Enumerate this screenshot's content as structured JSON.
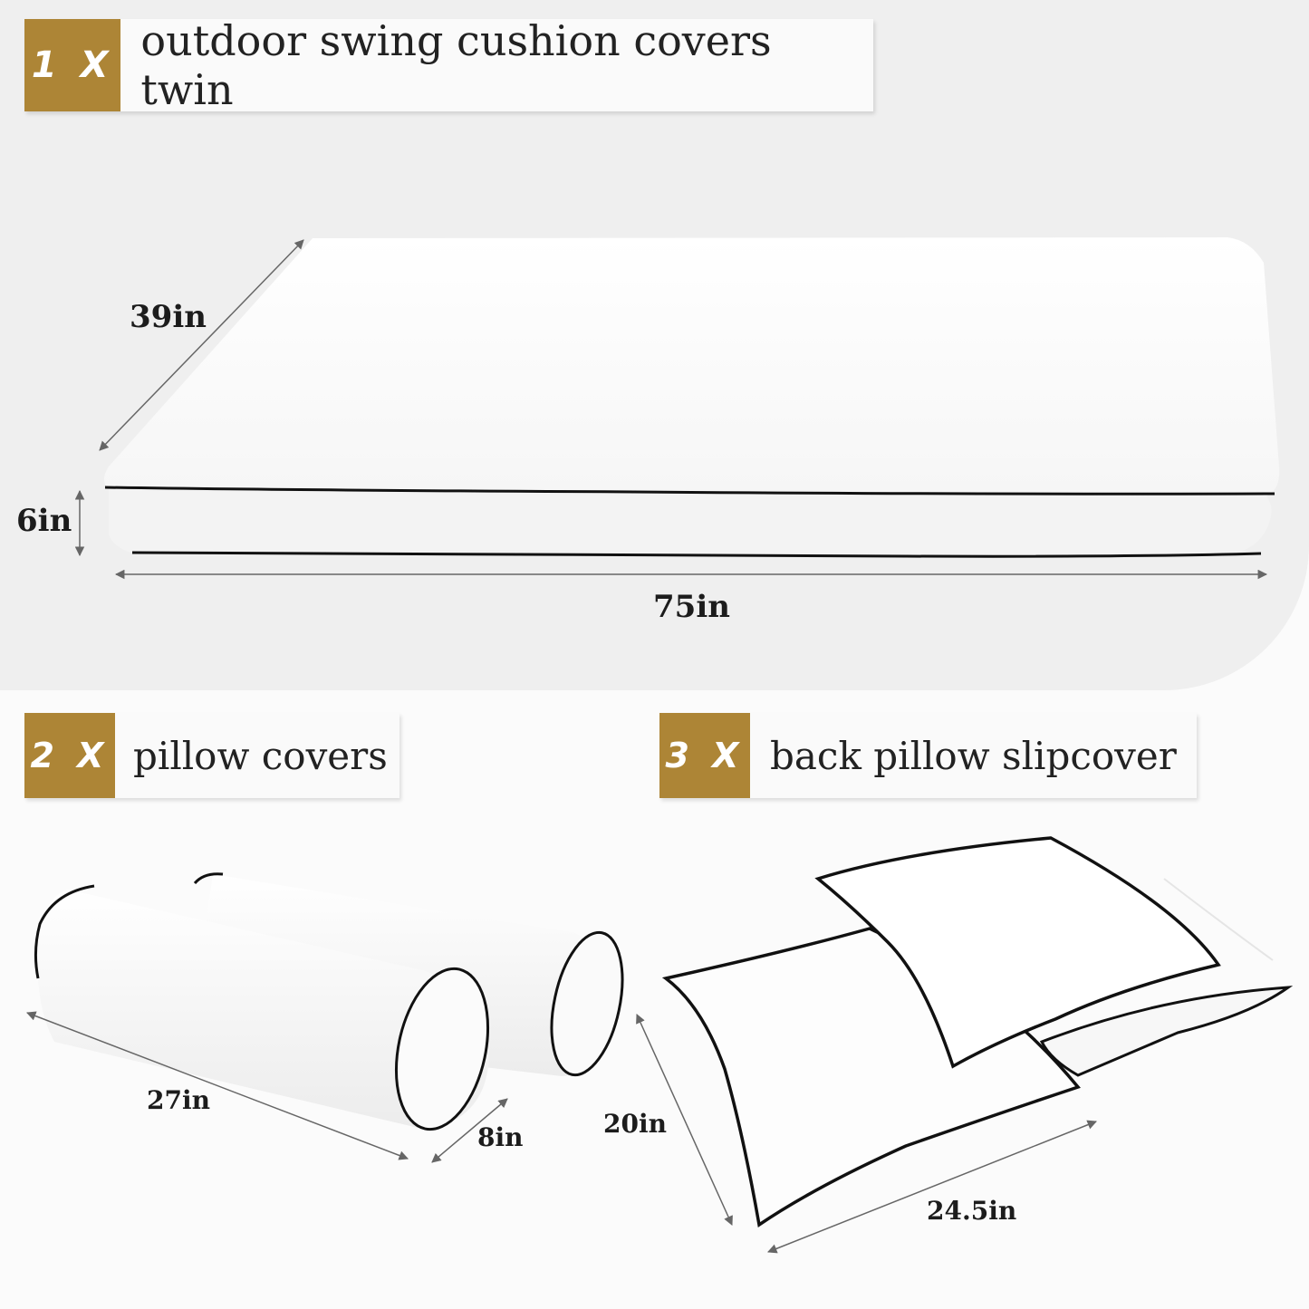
{
  "items": [
    {
      "qty": "1 X",
      "label": "outdoor swing cushion covers twin"
    },
    {
      "qty": "2 X",
      "label": "pillow covers"
    },
    {
      "qty": "3 X",
      "label": "back pillow slipcover"
    }
  ],
  "dimensions": {
    "cushion_depth": "39in",
    "cushion_height": "6in",
    "cushion_width": "75in",
    "bolster_length": "27in",
    "bolster_diameter": "8in",
    "pillow_height": "20in",
    "pillow_width": "24.5in"
  },
  "colors": {
    "accent": "#ad8536",
    "piping": "#111111",
    "panel": "#efefef",
    "background": "#fbfbfb"
  }
}
